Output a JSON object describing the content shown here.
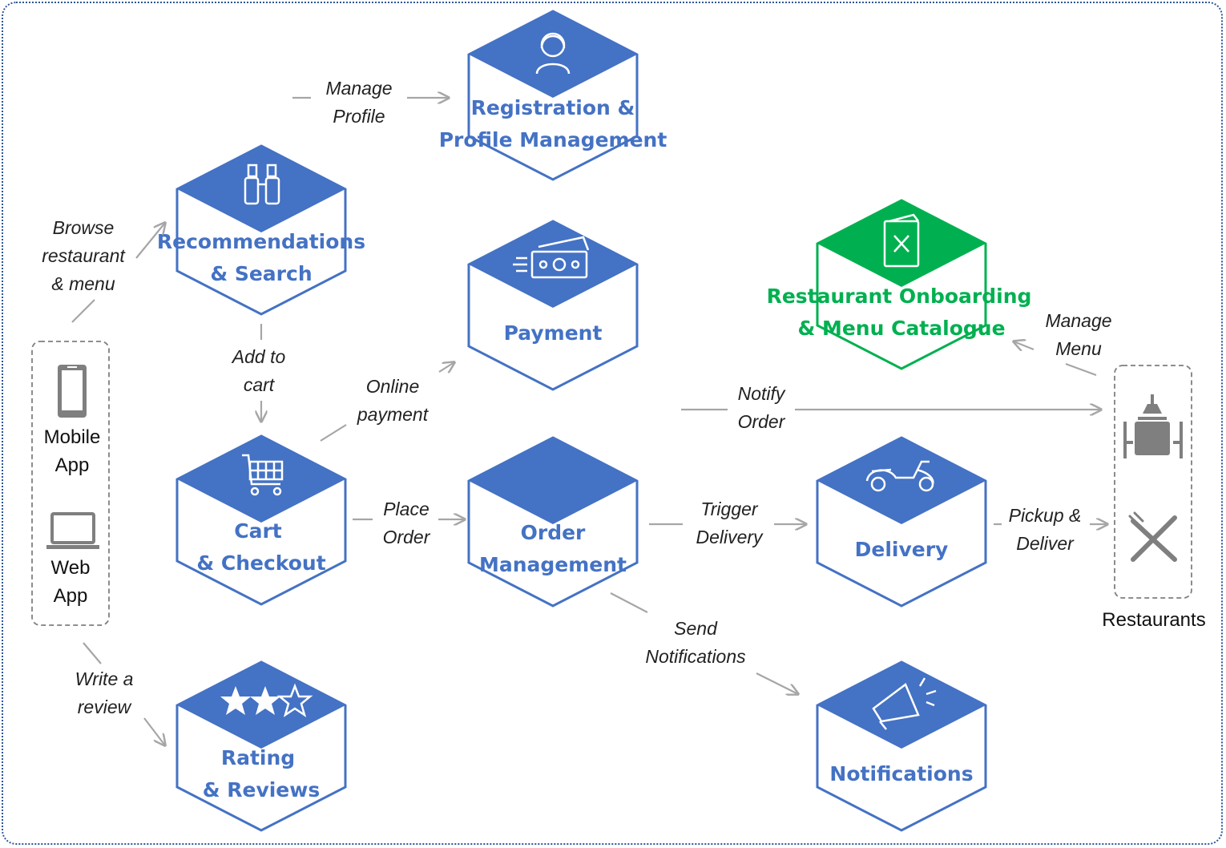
{
  "colors": {
    "service_blue": "#4472c4",
    "onboarding_green": "#00b050",
    "arrow_gray": "#a6a6a6",
    "icon_gray": "#7f7f7f",
    "frame_blue": "#2f5597"
  },
  "services": {
    "registration": {
      "line1": "Registration &",
      "line2": "Profile Management",
      "icon": "user-icon"
    },
    "recommendations": {
      "line1": "Recommendations",
      "line2": "& Search",
      "icon": "binoculars-icon"
    },
    "payment": {
      "line1": "",
      "line2": "Payment",
      "icon": "cash-icon"
    },
    "onboarding": {
      "line1": "Restaurant Onboarding",
      "line2": "& Menu Catalogue",
      "icon": "menu-book-icon"
    },
    "cart": {
      "line1": "Cart",
      "line2": "& Checkout",
      "icon": "shopping-cart-icon"
    },
    "order": {
      "line1": "Order",
      "line2": "Management",
      "icon": ""
    },
    "delivery": {
      "line1": "",
      "line2": "Delivery",
      "icon": "scooter-icon"
    },
    "rating": {
      "line1": "Rating",
      "line2": "& Reviews",
      "icon": "stars-icon"
    },
    "notifications": {
      "line1": "",
      "line2": "Notifications",
      "icon": "megaphone-icon"
    }
  },
  "clients": {
    "mobile": {
      "line1": "Mobile",
      "line2": "App",
      "icon": "mobile-phone-icon"
    },
    "web": {
      "line1": "Web",
      "line2": "App",
      "icon": "laptop-icon"
    }
  },
  "restaurants": {
    "label": "Restaurants",
    "icons": [
      "dining-table-icon",
      "fork-knife-icon"
    ]
  },
  "edges": {
    "manage_profile": {
      "line1": "Manage",
      "line2": "Profile"
    },
    "browse": {
      "line1": "Browse",
      "line2": "restaurant",
      "line3": "& menu"
    },
    "add_to_cart": {
      "line1": "Add to",
      "line2": "cart"
    },
    "online_payment": {
      "line1": "Online",
      "line2": "payment"
    },
    "place_order": {
      "line1": "Place",
      "line2": "Order"
    },
    "notify_order": {
      "line1": "Notify",
      "line2": "Order"
    },
    "manage_menu": {
      "line1": "Manage",
      "line2": "Menu"
    },
    "trigger_delivery": {
      "line1": "Trigger",
      "line2": "Delivery"
    },
    "pickup_deliver": {
      "line1": "Pickup &",
      "line2": "Deliver"
    },
    "send_notifications": {
      "line1": "Send",
      "line2": "Notifications"
    },
    "write_review": {
      "line1": "Write a",
      "line2": "review"
    }
  }
}
